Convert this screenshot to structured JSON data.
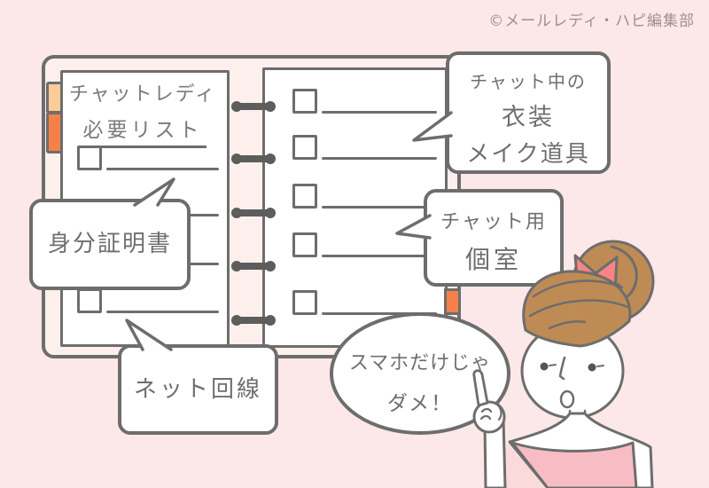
{
  "copyright": "©メールレディ・ハピ編集部",
  "notebook": {
    "title_line1": "チャットレディ",
    "title_line2": "必要リスト",
    "left_row_count": 4,
    "right_row_count": 5
  },
  "callouts": {
    "id_document": "身分証明書",
    "internet": "ネット回線",
    "costume": {
      "line1": "チャット中の",
      "line2": "衣装",
      "line3": "メイク道具"
    },
    "room": {
      "line1": "チャット用",
      "line2": "個室"
    },
    "warning": {
      "line1": "スマホだけじゃ",
      "line2": "ダメ！"
    }
  },
  "colors": {
    "background": "#fce8e8",
    "cover_fill": "#fdf0ec",
    "outline_gray": "#6d6d6d",
    "ring_gray": "#5d5d5d",
    "tab_light_orange": "#fbcc98",
    "tab_dark_orange": "#f5804a",
    "bow_pink": "#f98483",
    "hair_brown": "#bf8b55",
    "dress_pink": "#f8bdc4",
    "text_gray": "#7a7a7a"
  }
}
